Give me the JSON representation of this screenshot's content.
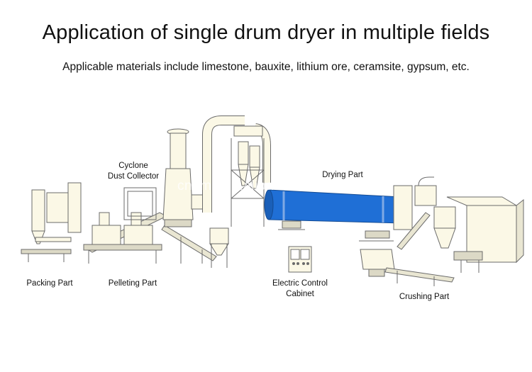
{
  "header": {
    "title": "Application of single drum dryer in multiple fields",
    "subtitle": "Applicable materials include limestone, bauxite, lithium ore, ceramsite, gypsum, etc."
  },
  "labels": {
    "cyclone_line1": "Cyclone",
    "cyclone_line2": "Dust Collector",
    "drying": "Drying Part",
    "packing": "Packing Part",
    "pelleting": "Pelleting Part",
    "control_line1": "Electric Control",
    "control_line2": "Cabinet",
    "crushing": "Crushing Part"
  },
  "watermark": "cngmg.en.alibaba.com",
  "colors": {
    "drum": "#1f6fd6",
    "equipment": "#fbf8e6",
    "outline": "#6b6b6b"
  }
}
